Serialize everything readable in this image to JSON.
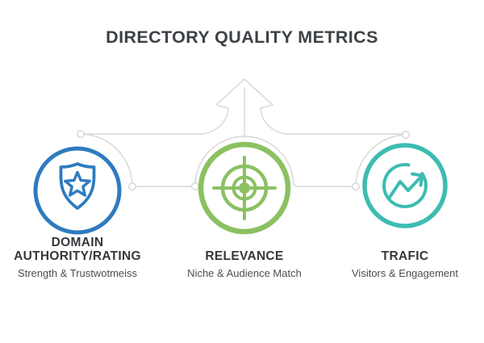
{
  "title": "DIRECTORY QUALITY METRICS",
  "colors": {
    "connector": "#d6d6d6",
    "node_fill": "#ffffff"
  },
  "metrics": [
    {
      "title": "DOMAIN\nAUTHORITY/RATING",
      "subtitle": "Strength & Trustwotmeiss",
      "icon": "shield-star-icon",
      "color": "#2e7bbf"
    },
    {
      "title": "RELEVANCE",
      "subtitle": "Niche & Audience Match",
      "icon": "target-icon",
      "color": "#8bc162"
    },
    {
      "title": "TRAFIC",
      "subtitle": "Visitors & Engagement",
      "icon": "trend-up-circle-icon",
      "color": "#3cbcb2"
    }
  ]
}
